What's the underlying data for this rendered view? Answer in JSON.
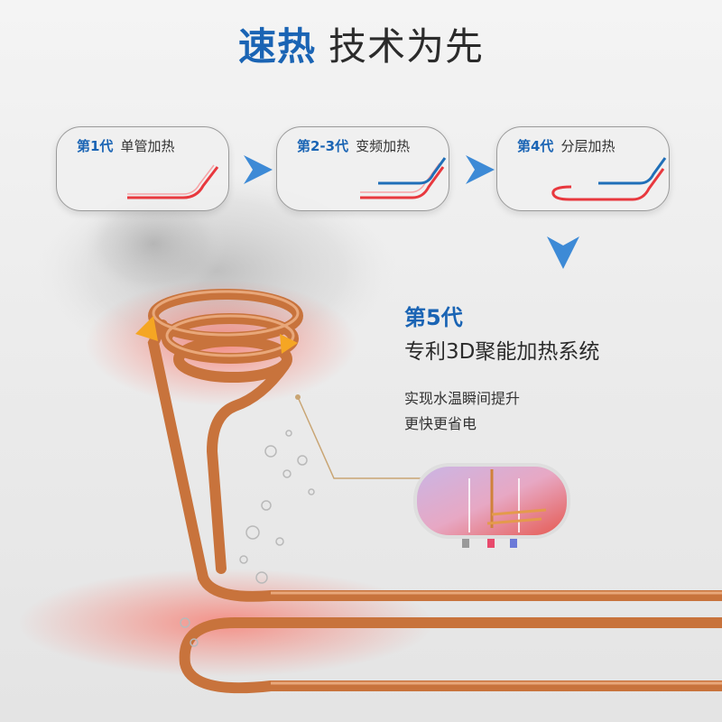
{
  "headline": {
    "accent": "速热",
    "rest": "技术为先"
  },
  "generations": [
    {
      "label": "第1代",
      "desc": "单管加热"
    },
    {
      "label": "第2-3代",
      "desc": "变频加热"
    },
    {
      "label": "第4代",
      "desc": "分层加热"
    }
  ],
  "current_generation": {
    "label": "第5代",
    "title": "专利3D聚能加热系统",
    "features": [
      "实现水温瞬间提升",
      "更快更省电"
    ]
  },
  "colors": {
    "accent": "#1a64b4",
    "hot_pipe": "#e8383e",
    "cold_pipe": "#1f6fb8",
    "copper": "#c8733c"
  }
}
